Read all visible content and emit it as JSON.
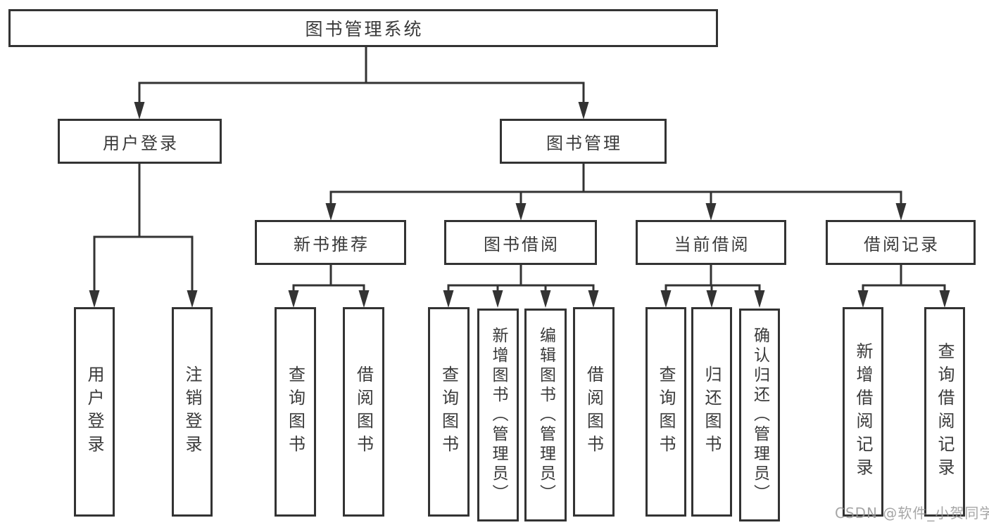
{
  "root": {
    "label": "图书管理系统"
  },
  "branches": [
    {
      "label": "用户登录",
      "children": [
        {
          "label": "用户登录"
        },
        {
          "label": "注销登录"
        }
      ]
    },
    {
      "label": "图书管理",
      "groups": [
        {
          "label": "新书推荐",
          "children": [
            {
              "label": "查询图书"
            },
            {
              "label": "借阅图书"
            }
          ]
        },
        {
          "label": "图书借阅",
          "children": [
            {
              "label": "查询图书"
            },
            {
              "label": "新增图书（管理员）"
            },
            {
              "label": "编辑图书（管理员）"
            },
            {
              "label": "借阅图书"
            }
          ]
        },
        {
          "label": "当前借阅",
          "children": [
            {
              "label": "查询图书"
            },
            {
              "label": "归还图书"
            },
            {
              "label": "确认归还（管理员）"
            }
          ]
        },
        {
          "label": "借阅记录",
          "children": [
            {
              "label": "新增借阅记录"
            },
            {
              "label": "查询借阅记录"
            }
          ]
        }
      ]
    }
  ],
  "watermark": "CSDN @软件_小贺同学",
  "colors": {
    "line": "#333333",
    "text": "#3a3a3a",
    "background": "#ffffff",
    "watermark": "#969696"
  }
}
